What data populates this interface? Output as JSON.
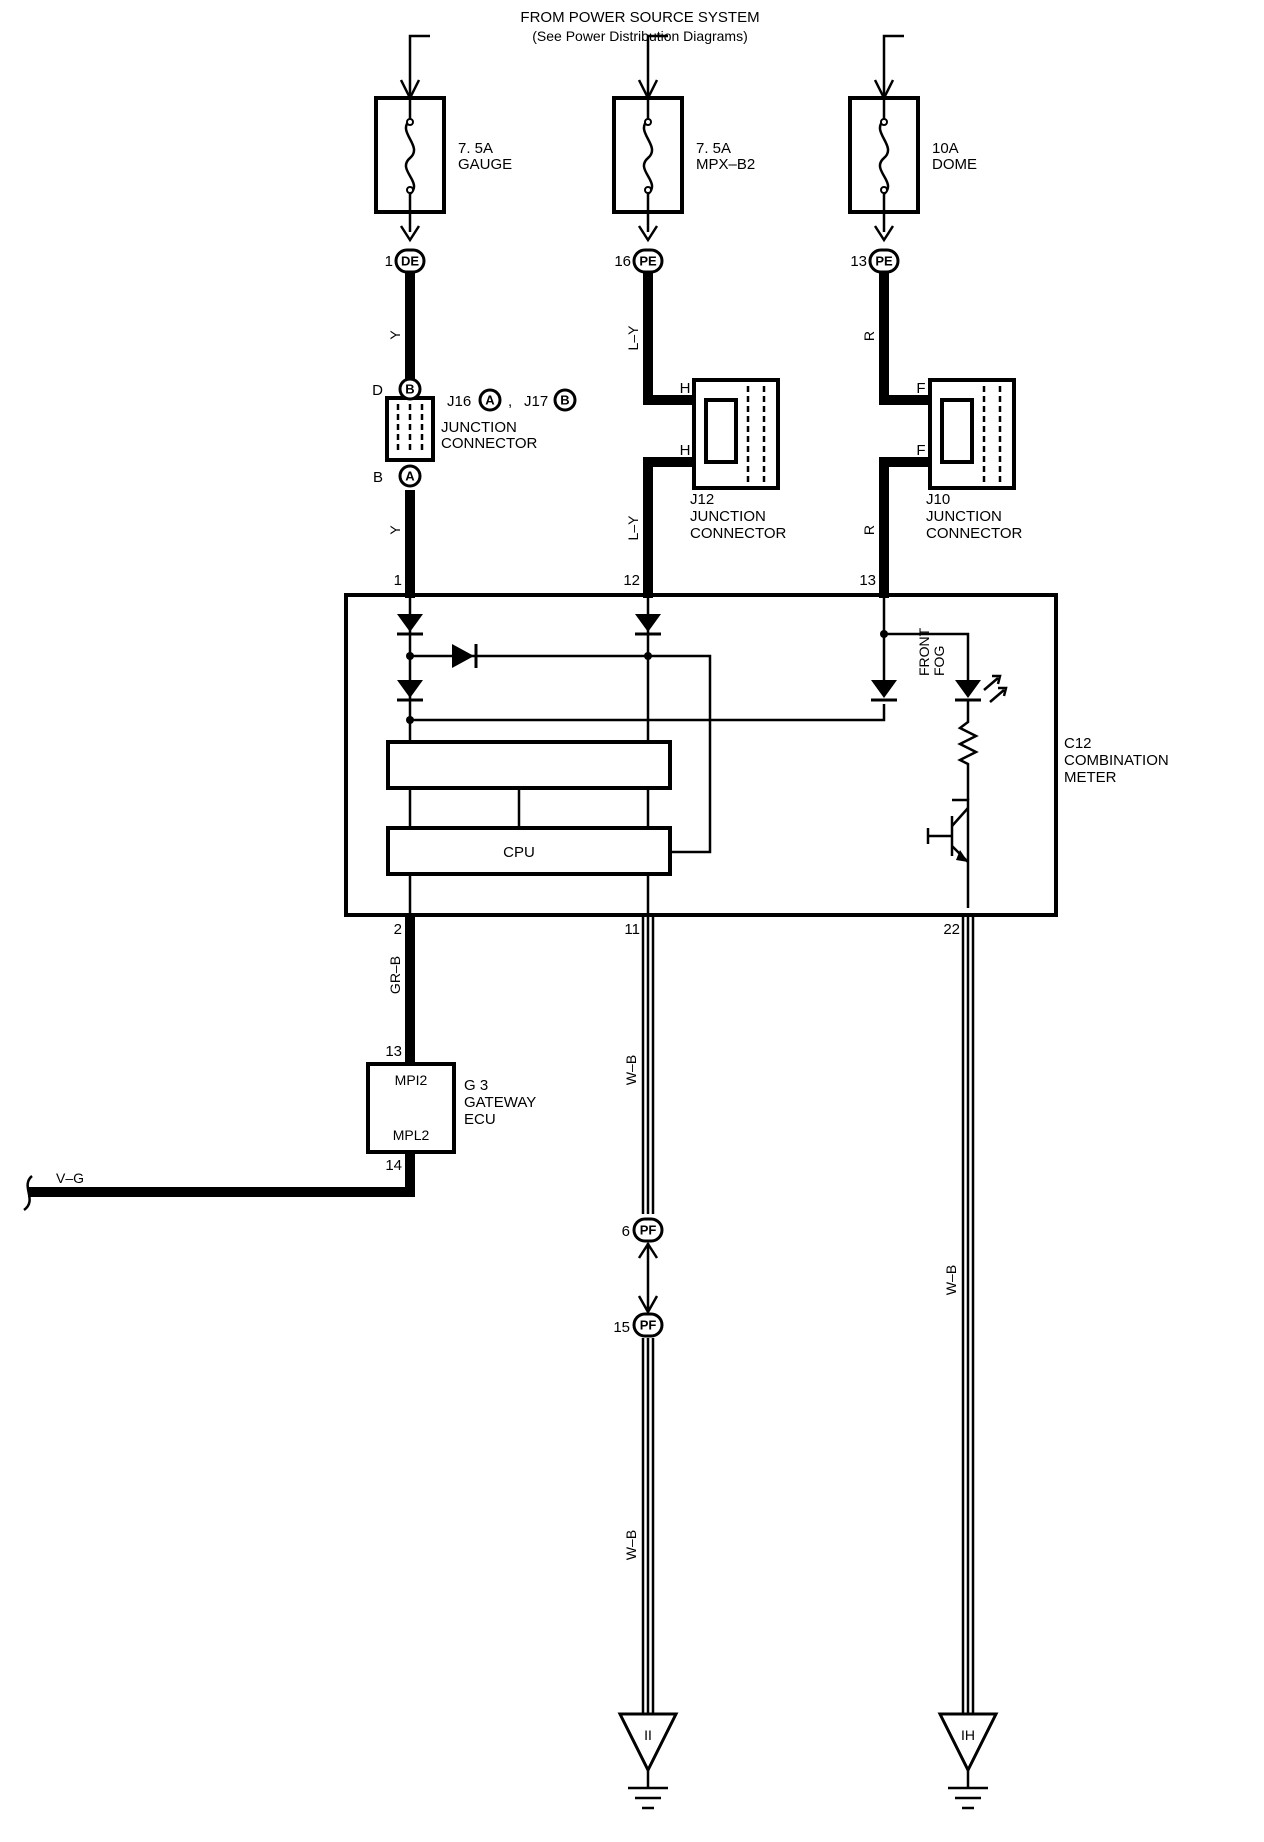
{
  "header": {
    "line1": "FROM POWER SOURCE SYSTEM",
    "line2": "(See Power Distribution Diagrams)"
  },
  "fuses": [
    {
      "amp": "7. 5A",
      "name": "GAUGE"
    },
    {
      "amp": "7. 5A",
      "name": "MPX–B2"
    },
    {
      "amp": "10A",
      "name": "DOME"
    }
  ],
  "connectors_top": [
    {
      "pin": "1",
      "code": "DE"
    },
    {
      "pin": "16",
      "code": "PE"
    },
    {
      "pin": "13",
      "code": "PE"
    }
  ],
  "wire_colors": {
    "col1_upper": "Y",
    "col1_lower": "Y",
    "col2_upper": "L–Y",
    "col2_lower": "L–Y",
    "col3_upper": "R",
    "col3_lower": "R",
    "gr_b": "GR–B",
    "w_b_1": "W–B",
    "w_b_2": "W–B",
    "w_b_3": "W–B",
    "v_g": "V–G"
  },
  "junction_j16": {
    "pin_top": "D",
    "circle_top": "B",
    "pin_bottom": "B",
    "circle_bottom": "A",
    "ref1": "J16",
    "ref1_circle": "A",
    "sep": ",",
    "ref2": "J17",
    "ref2_circle": "B",
    "name1": "JUNCTION",
    "name2": "CONNECTOR"
  },
  "junction_j12": {
    "pin_top": "H",
    "pin_bottom": "H",
    "ref": "J12",
    "name1": "JUNCTION",
    "name2": "CONNECTOR"
  },
  "junction_j10": {
    "pin_top": "F",
    "pin_bottom": "F",
    "ref": "J10",
    "name1": "JUNCTION",
    "name2": "CONNECTOR"
  },
  "meter": {
    "ref": "C12",
    "name1": "COMBINATION",
    "name2": "METER",
    "pin_in_1": "1",
    "pin_in_2": "12",
    "pin_in_3": "13",
    "pin_out_1": "2",
    "pin_out_2": "11",
    "pin_out_3": "22",
    "cpu_label": "CPU",
    "lamp_line1": "FRONT",
    "lamp_line2": "FOG"
  },
  "gateway": {
    "ref": "G 3",
    "name1": "GATEWAY",
    "name2": "ECU",
    "pin_top": "13",
    "pin_bottom": "14",
    "terminal_top": "MPI2",
    "terminal_bottom": "MPL2"
  },
  "connectors_pf": [
    {
      "pin": "6",
      "code": "PF"
    },
    {
      "pin": "15",
      "code": "PF"
    }
  ],
  "grounds": [
    {
      "code": "II"
    },
    {
      "code": "IH"
    }
  ]
}
